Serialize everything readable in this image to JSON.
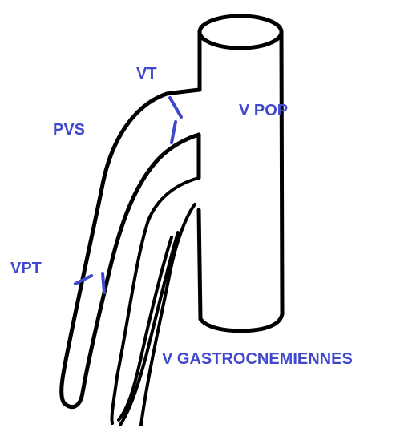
{
  "labels": {
    "vt": "VT",
    "v_pop": "V POP",
    "pvs": "PVS",
    "vpt": "VPT",
    "v_gastro": "V GASTROCNEMIENNES"
  },
  "colors": {
    "outline": "#000000",
    "label_text": "#3f48cc",
    "marker": "#3f48cc",
    "background": "#ffffff"
  }
}
